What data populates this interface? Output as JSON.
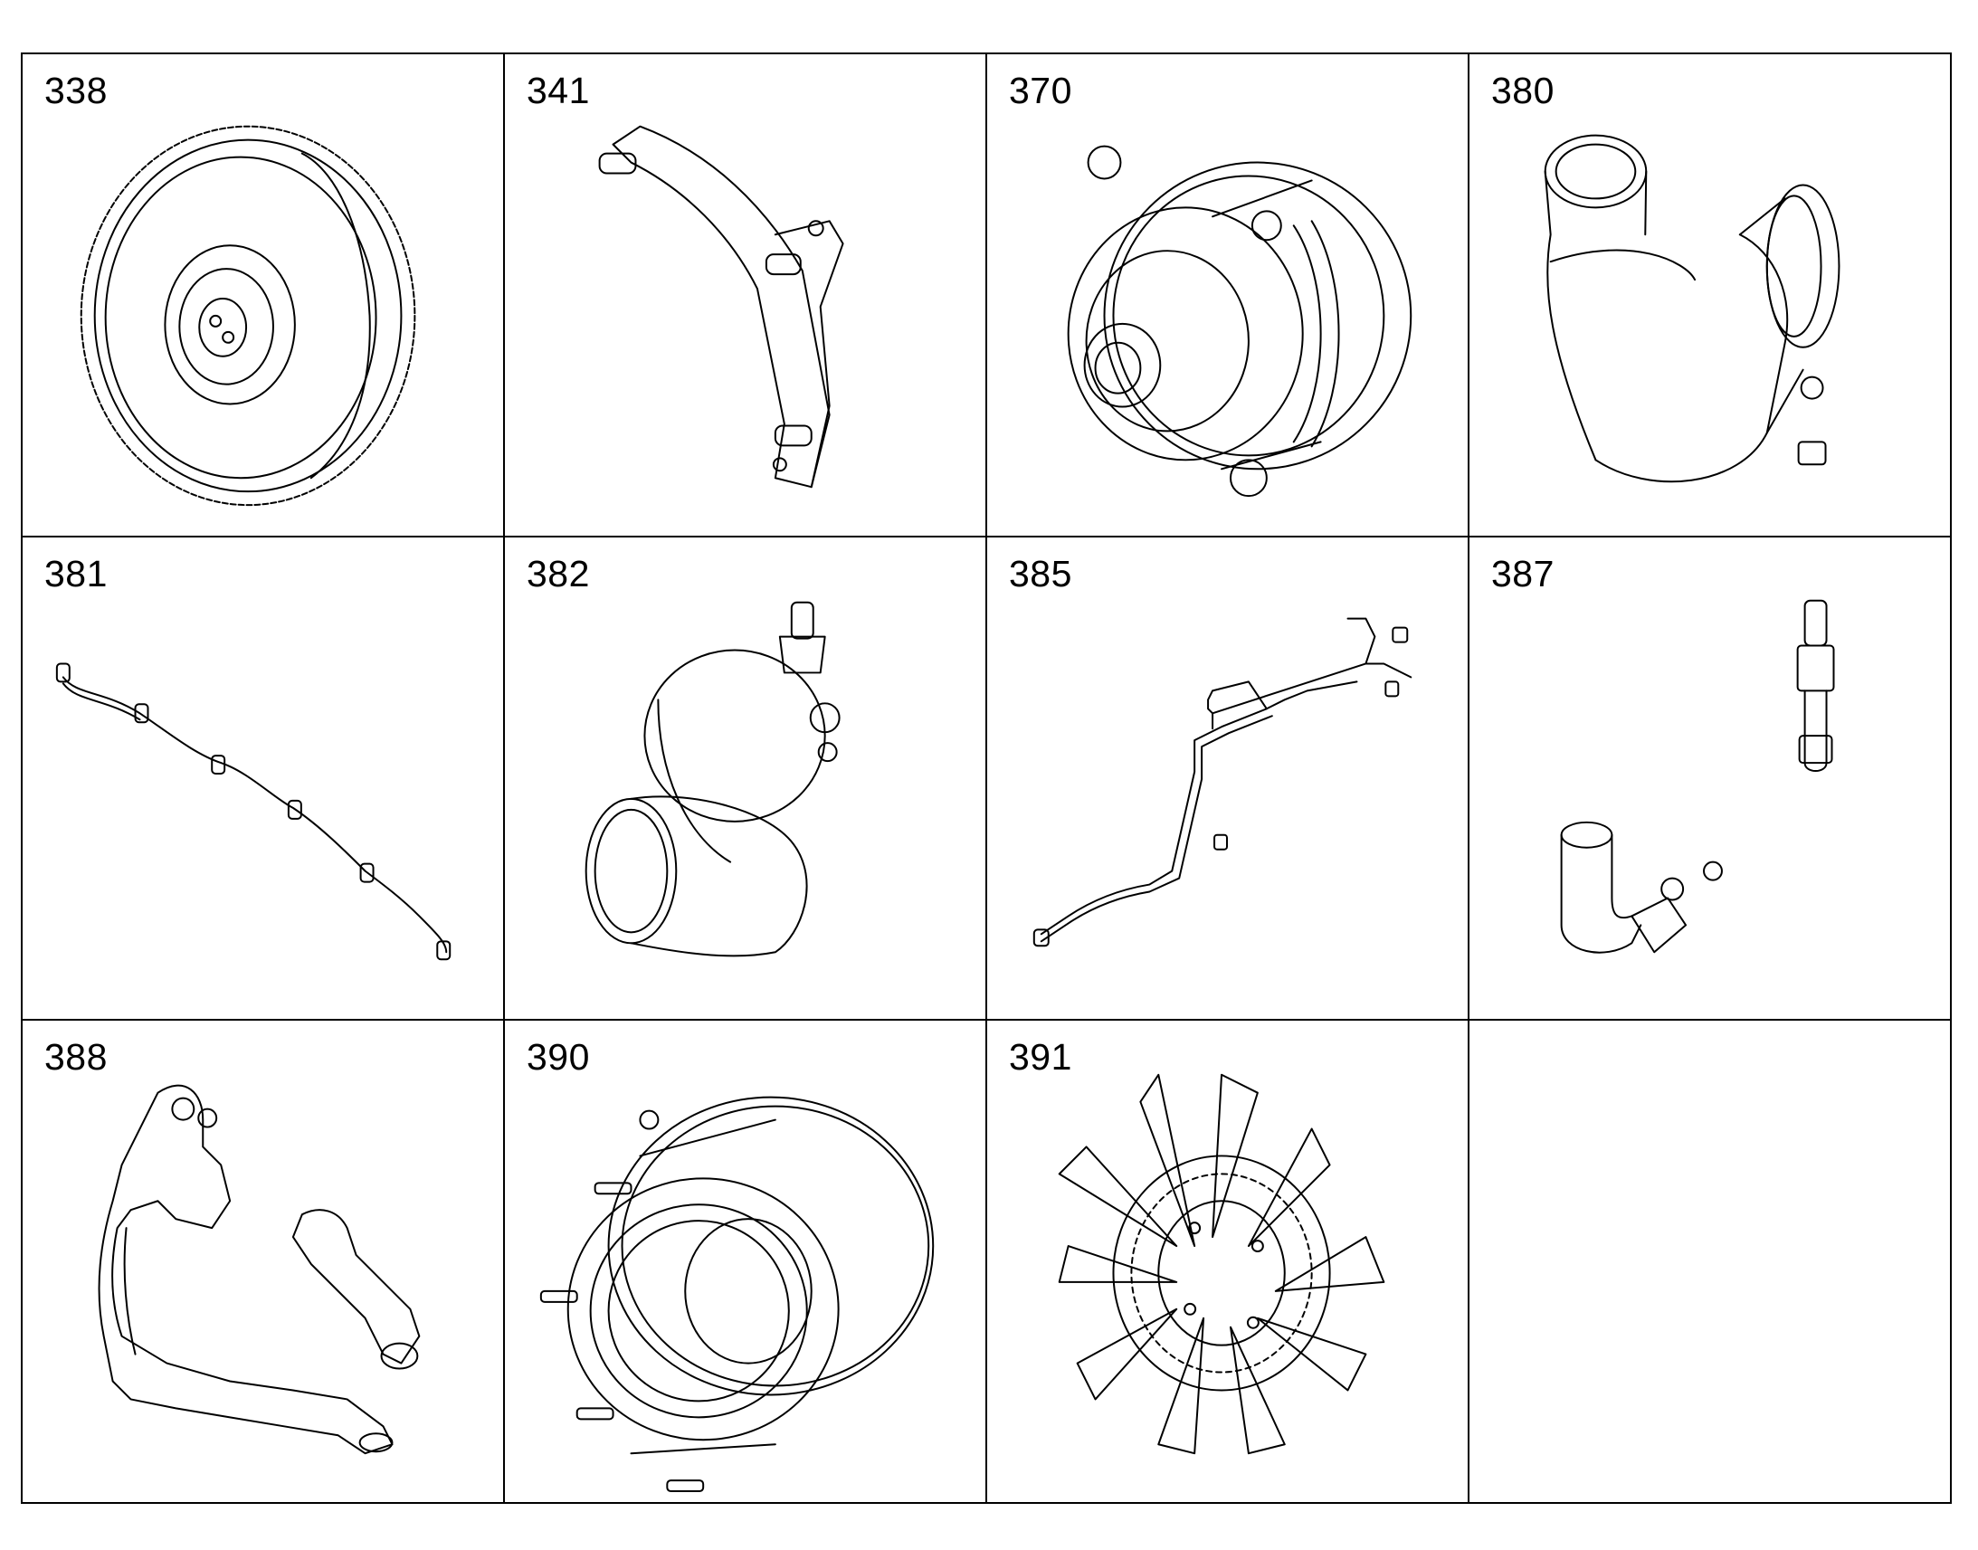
{
  "cells": [
    {
      "number": "338",
      "icon": "gear-icon"
    },
    {
      "number": "341",
      "icon": "bracket-icon"
    },
    {
      "number": "370",
      "icon": "water-pump-icon"
    },
    {
      "number": "380",
      "icon": "thermostat-housing-icon"
    },
    {
      "number": "381",
      "icon": "harness-icon"
    },
    {
      "number": "382",
      "icon": "elbow-pipe-icon"
    },
    {
      "number": "385",
      "icon": "tube-icon"
    },
    {
      "number": "387",
      "icon": "sensor-fitting-icon"
    },
    {
      "number": "388",
      "icon": "coolant-pipe-icon"
    },
    {
      "number": "390",
      "icon": "fan-hub-icon"
    },
    {
      "number": "391",
      "icon": "fan-icon"
    },
    {
      "number": "",
      "icon": ""
    }
  ]
}
